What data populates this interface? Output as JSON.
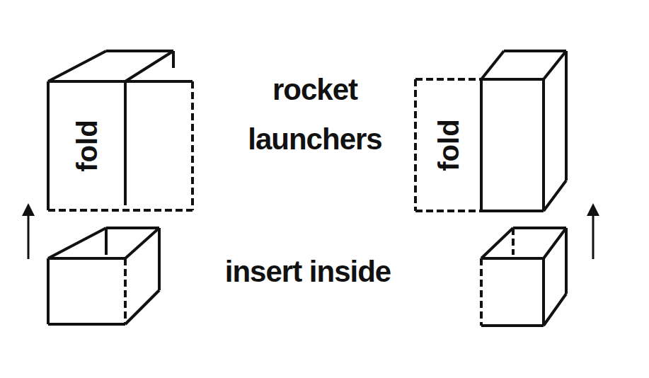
{
  "diagram": {
    "nodes": [
      {
        "text": [
          "fold"
        ]
      },
      {
        "text": [
          "fold"
        ]
      }
    ],
    "labels": [
      "rocket launchers",
      "insert inside"
    ]
  }
}
